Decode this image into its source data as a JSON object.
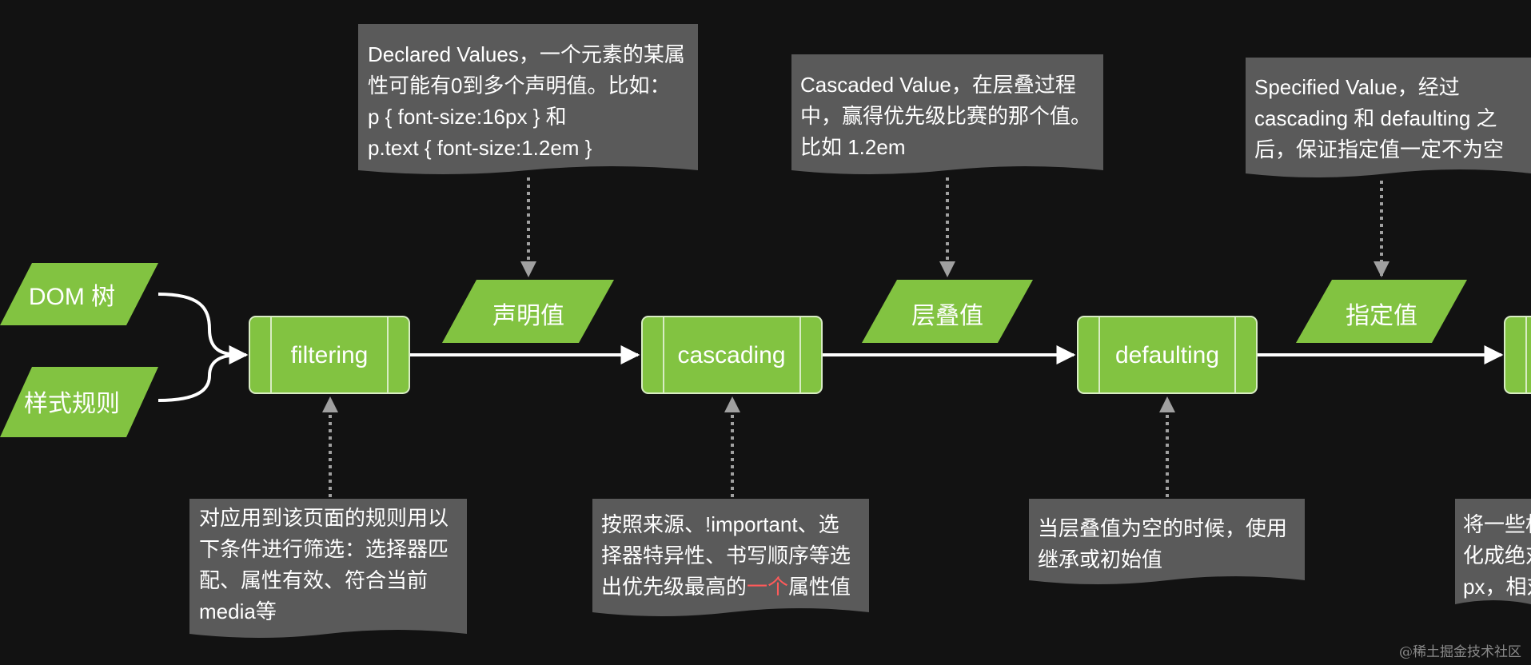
{
  "colors": {
    "background": "#121212",
    "node_green": "#82c341",
    "node_border": "#d8ecc4",
    "note_bg": "#5a5a5a",
    "flow_arrow": "#ffffff",
    "dotted_arrow": "#a0a0a0",
    "highlight": "#ff5a5a",
    "watermark": "#8a8a8a"
  },
  "inputs": [
    {
      "id": "dom-tree",
      "label": "DOM 树"
    },
    {
      "id": "style-rules",
      "label": "样式规则"
    }
  ],
  "processes": [
    {
      "id": "filtering",
      "label": "filtering"
    },
    {
      "id": "cascading",
      "label": "cascading"
    },
    {
      "id": "defaulting",
      "label": "defaulting"
    }
  ],
  "values": [
    {
      "id": "declared",
      "label": "声明值"
    },
    {
      "id": "cascaded",
      "label": "层叠值"
    },
    {
      "id": "specified",
      "label": "指定值"
    }
  ],
  "top_notes": [
    {
      "id": "declared-values",
      "lines": [
        "Declared Values，一个元素的某属",
        "性可能有0到多个声明值。比如：",
        "p { font-size:16px } 和",
        "p.text { font-size:1.2em }"
      ]
    },
    {
      "id": "cascaded-value",
      "lines": [
        "Cascaded Value，在层叠过程",
        "中，赢得优先级比赛的那个值。",
        "比如 1.2em"
      ]
    },
    {
      "id": "specified-value",
      "lines": [
        "Specified Value，经过",
        "cascading 和 defaulting 之",
        "后，保证指定值一定不为空"
      ]
    }
  ],
  "bottom_notes": [
    {
      "id": "filtering-desc",
      "lines": [
        "对应用到该页面的规则用以",
        "下条件进行筛选：选择器匹",
        "配、属性有效、符合当前",
        "media等"
      ]
    },
    {
      "id": "cascading-desc",
      "lines": [
        "按照来源、!important、选",
        "择器特异性、书写顺序等选"
      ],
      "last_line": {
        "before": "出优先级最高的",
        "highlight": "一个",
        "after": "属性值"
      }
    },
    {
      "id": "defaulting-desc",
      "lines": [
        "当层叠值为空的时候，使用",
        "继承或初始值"
      ]
    },
    {
      "id": "computed-desc-partial",
      "lines": [
        "将一些相",
        "化成绝对",
        "px，相对"
      ]
    }
  ],
  "watermark": "@稀土掘金技术社区"
}
